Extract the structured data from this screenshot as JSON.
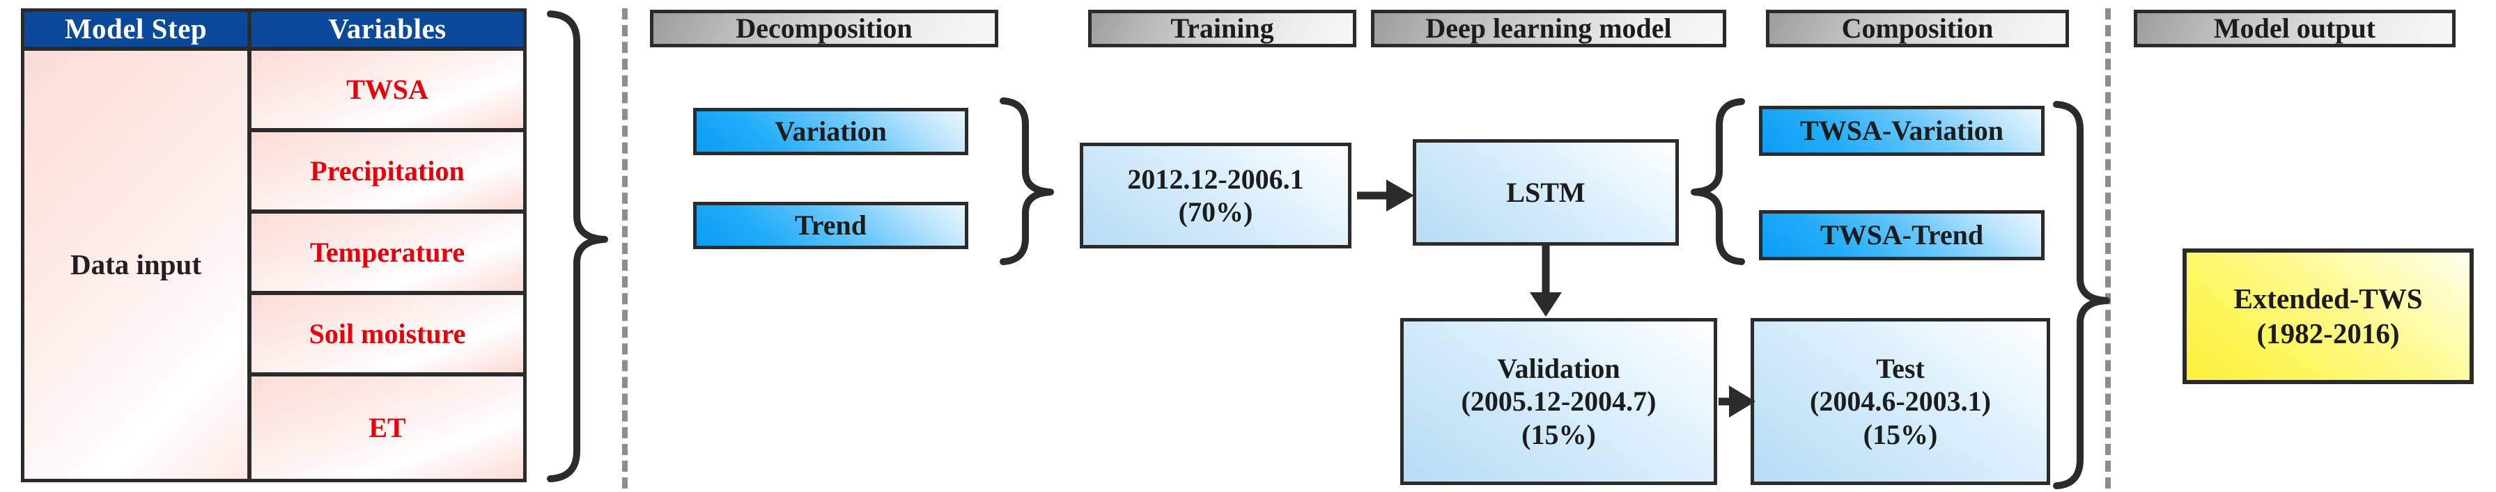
{
  "table": {
    "headers": [
      "Model Step",
      "Variables"
    ],
    "step_label": "Data input",
    "variables": [
      "TWSA",
      "Precipitation",
      "Temperature",
      "Soil moisture",
      "ET"
    ]
  },
  "sections": {
    "decomposition": "Decomposition",
    "training": "Training",
    "deep_learning_model": "Deep learning model",
    "composition": "Composition",
    "model_output": "Model output"
  },
  "decomposition": {
    "variation": "Variation",
    "trend": "Trend"
  },
  "training": {
    "period": "2012.12-2006.1",
    "share": "(70%)"
  },
  "model": {
    "lstm": "LSTM"
  },
  "validation": {
    "title": "Validation",
    "period": "(2005.12-2004.7)",
    "share": "(15%)"
  },
  "test": {
    "title": "Test",
    "period": "(2004.6-2003.1)",
    "share": "(15%)"
  },
  "composition": {
    "twsa_variation": "TWSA-Variation",
    "twsa_trend": "TWSA-Trend"
  },
  "output": {
    "title": "Extended-TWS",
    "period": "(1982-2016)"
  },
  "colors": {
    "header_blue": "#0b4a9b",
    "variable_red": "#e8000b",
    "bright_blue": "#23adf8",
    "pale_blue": "#c9e6f8",
    "output_yellow": "#fbf03a",
    "line_dark": "#2b2b2b",
    "dash_grey": "#8d8d8d"
  }
}
